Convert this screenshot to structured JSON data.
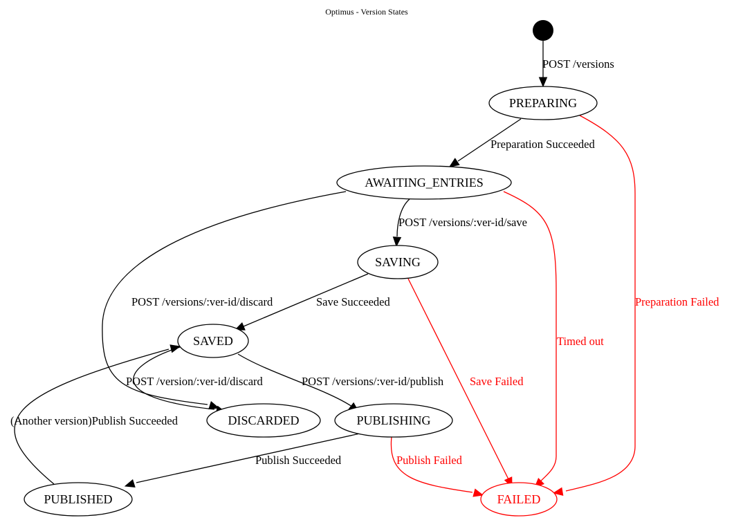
{
  "title": "Optimus - Version States",
  "colors": {
    "normal": "#000000",
    "failure": "#ff0000"
  },
  "nodes": {
    "start": {
      "kind": "initial"
    },
    "preparing": {
      "label": "PREPARING",
      "tone": "normal"
    },
    "awaiting_entries": {
      "label": "AWAITING_ENTRIES",
      "tone": "normal"
    },
    "saving": {
      "label": "SAVING",
      "tone": "normal"
    },
    "saved": {
      "label": "SAVED",
      "tone": "normal"
    },
    "discarded": {
      "label": "DISCARDED",
      "tone": "normal"
    },
    "publishing": {
      "label": "PUBLISHING",
      "tone": "normal"
    },
    "published": {
      "label": "PUBLISHED",
      "tone": "normal"
    },
    "failed": {
      "label": "FAILED",
      "tone": "failure"
    }
  },
  "edges": [
    {
      "id": "start-preparing",
      "from": "start",
      "to": "preparing",
      "label": "POST /versions",
      "tone": "normal"
    },
    {
      "id": "preparing-awaiting",
      "from": "preparing",
      "to": "awaiting_entries",
      "label": "Preparation Succeeded",
      "tone": "normal"
    },
    {
      "id": "preparing-failed",
      "from": "preparing",
      "to": "failed",
      "label": "Preparation Failed",
      "tone": "failure"
    },
    {
      "id": "awaiting-saving",
      "from": "awaiting_entries",
      "to": "saving",
      "label": "POST /versions/:ver-id/save",
      "tone": "normal"
    },
    {
      "id": "awaiting-discarded",
      "from": "awaiting_entries",
      "to": "discarded",
      "label": "POST /versions/:ver-id/discard",
      "tone": "normal"
    },
    {
      "id": "awaiting-failed",
      "from": "awaiting_entries",
      "to": "failed",
      "label": "Timed out",
      "tone": "failure"
    },
    {
      "id": "saving-saved",
      "from": "saving",
      "to": "saved",
      "label": "Save Succeeded",
      "tone": "normal"
    },
    {
      "id": "saving-failed",
      "from": "saving",
      "to": "failed",
      "label": "Save Failed",
      "tone": "failure"
    },
    {
      "id": "saved-discarded",
      "from": "saved",
      "to": "discarded",
      "label": "POST /version/:ver-id/discard",
      "tone": "normal"
    },
    {
      "id": "saved-publishing",
      "from": "saved",
      "to": "publishing",
      "label": "POST /versions/:ver-id/publish",
      "tone": "normal"
    },
    {
      "id": "publishing-published",
      "from": "publishing",
      "to": "published",
      "label": "Publish Succeeded",
      "tone": "normal"
    },
    {
      "id": "publishing-failed",
      "from": "publishing",
      "to": "failed",
      "label": "Publish Failed",
      "tone": "failure"
    },
    {
      "id": "published-saved",
      "from": "published",
      "to": "saved",
      "label": "(Another version)Publish Succeeded",
      "tone": "normal"
    }
  ]
}
